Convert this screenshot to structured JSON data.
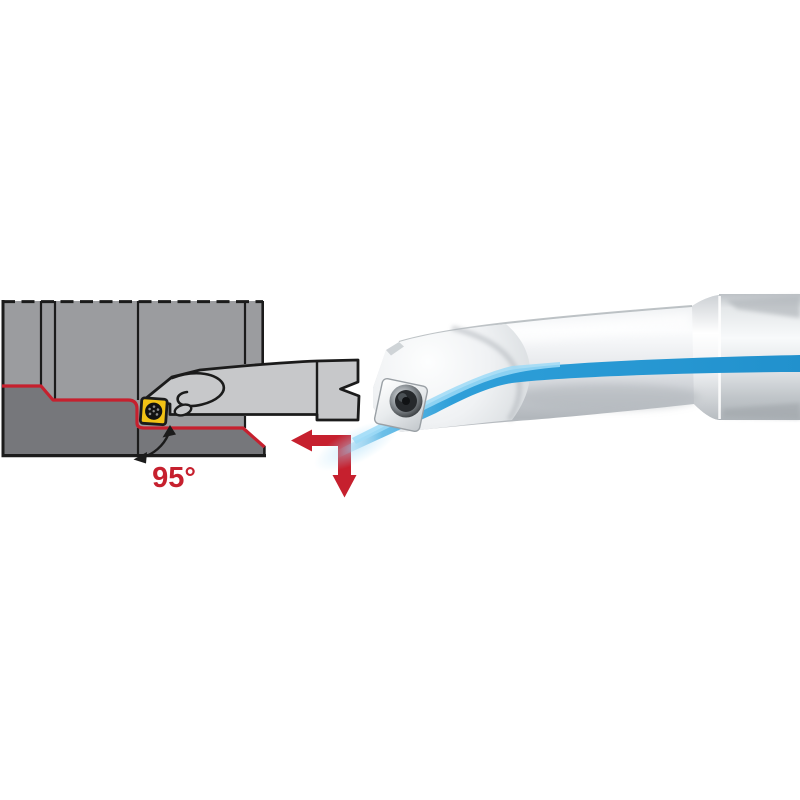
{
  "diagram": {
    "angle_label": "95°",
    "description_components": [
      "workpiece-cross-section",
      "machined-contour-line",
      "tool-holder-side-view",
      "indexable-insert",
      "insert-torx-screw-icon",
      "angle-arc-arrow-icon",
      "feed-direction-arrow-icon",
      "angle-label"
    ]
  },
  "photo": {
    "description_components": [
      "boring-bar-product-photo",
      "boring-bar-head",
      "boring-bar-shank",
      "boring-bar-insert",
      "insert-screw-icon",
      "blue-accent-stripe"
    ]
  },
  "colors": {
    "background": "#ffffff",
    "contour_red": "#c6202e",
    "arrow_red": "#c6202e",
    "workpiece_gray": "#9b9c9f",
    "workpiece_dark_gray": "#76777b",
    "holder_gray": "#c7c8ca",
    "outline_black": "#1b1b1b",
    "insert_yellow": "#f2c215",
    "accent_blue": "#2e9fd9",
    "accent_blue_deep": "#2191cd",
    "accent_blue_light": "#9edbf7",
    "metal_light": "#f4f6f7",
    "metal_mid": "#cfd3d7",
    "metal_dark": "#aab0b5"
  }
}
